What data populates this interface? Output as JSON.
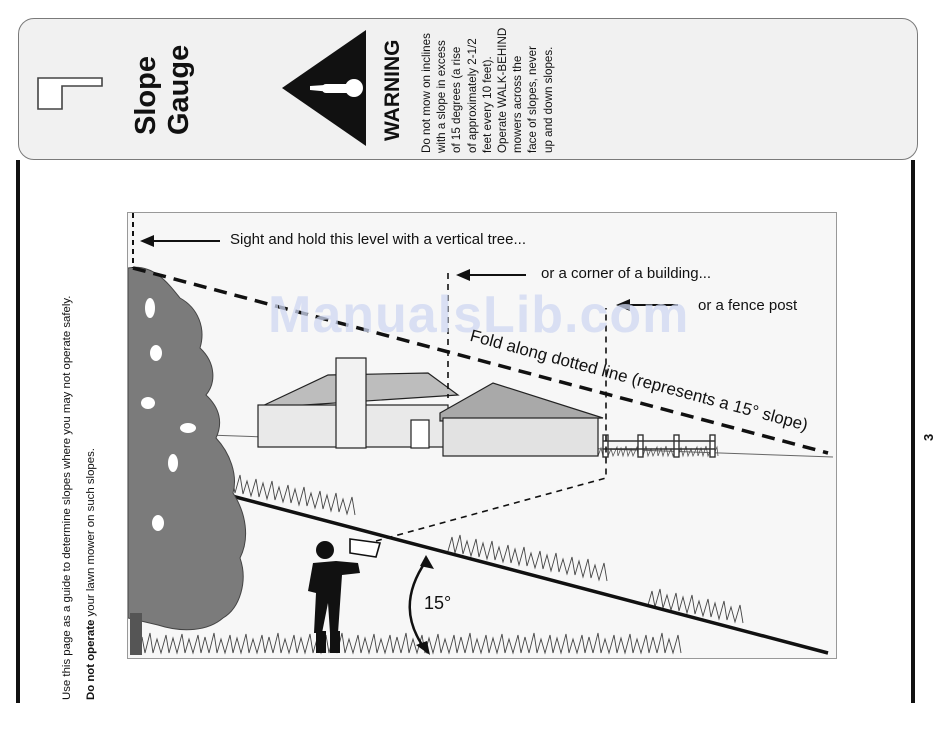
{
  "header": {
    "section_number": "1",
    "title_line1": "Slope",
    "title_line2": "Gauge",
    "warning_title": "WARNING",
    "warning_lines": [
      "Do not mow on inclines",
      "with a slope in excess",
      "of 15 degrees (a rise",
      "of approximately 2-1/2",
      "feet every 10 feet).",
      "Operate WALK-BEHIND",
      "mowers across the",
      "face of slopes, never",
      "up and down slopes."
    ]
  },
  "side_text": {
    "line1": "Use this page as a guide to determine slopes where you may not operate safely.",
    "line2_bold": "Do not operate",
    "line2_rest": " your lawn mower on such slopes."
  },
  "illustration": {
    "label_tree": "Sight and hold this level with a vertical tree...",
    "label_building": "or a corner of a building...",
    "label_fence": "or a fence post",
    "fold_label": "Fold along dotted line (represents a 15° slope)",
    "angle_label": "15°"
  },
  "watermark": "ManualsLib.com",
  "page_number": "3"
}
